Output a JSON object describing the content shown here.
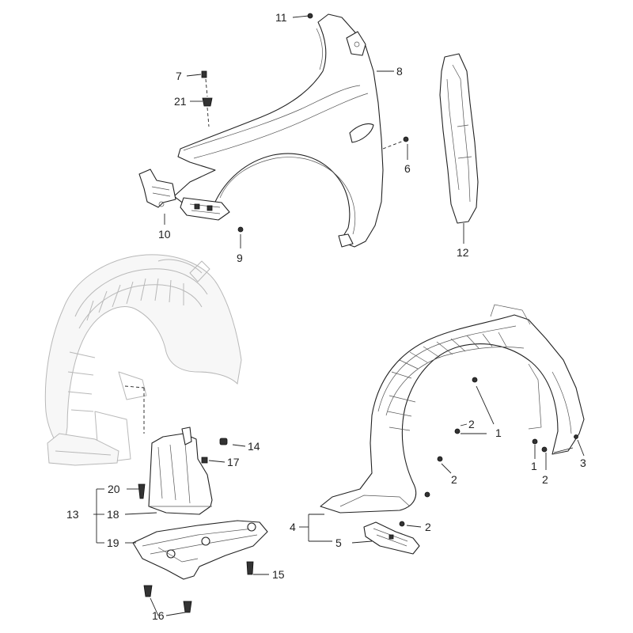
{
  "diagram": {
    "parts": [
      {
        "id": "fender",
        "callout": "8"
      },
      {
        "id": "fender-insulator",
        "callout": "12"
      },
      {
        "id": "fender-bracket",
        "callout": "10"
      },
      {
        "id": "wheel-house-liner-right",
        "callout": "4"
      },
      {
        "id": "mud-guard",
        "callout": "5"
      },
      {
        "id": "under-cover-assembly",
        "callout": "13"
      },
      {
        "id": "under-cover-upper",
        "callout": "18"
      },
      {
        "id": "under-cover-lower",
        "callout": "19"
      },
      {
        "id": "screw-20",
        "callout": "20"
      },
      {
        "id": "clip-14",
        "callout": "14"
      },
      {
        "id": "nut-17",
        "callout": "17"
      },
      {
        "id": "bolt-15",
        "callout": "15"
      },
      {
        "id": "bolt-16",
        "callout": "16"
      }
    ],
    "callouts": {
      "c1a": "1",
      "c1b": "1",
      "c2a": "2",
      "c2b": "2",
      "c2c": "2",
      "c2d": "2",
      "c3": "3",
      "c4": "4",
      "c5": "5",
      "c6": "6",
      "c7": "7",
      "c8": "8",
      "c9": "9",
      "c10": "10",
      "c11": "11",
      "c12": "12",
      "c13": "13",
      "c14": "14",
      "c15": "15",
      "c16": "16",
      "c17": "17",
      "c18": "18",
      "c19": "19",
      "c20": "20",
      "c21": "21"
    },
    "colors": {
      "line": "#222222",
      "ghost": "#b8b8b8",
      "background": "#ffffff"
    }
  }
}
